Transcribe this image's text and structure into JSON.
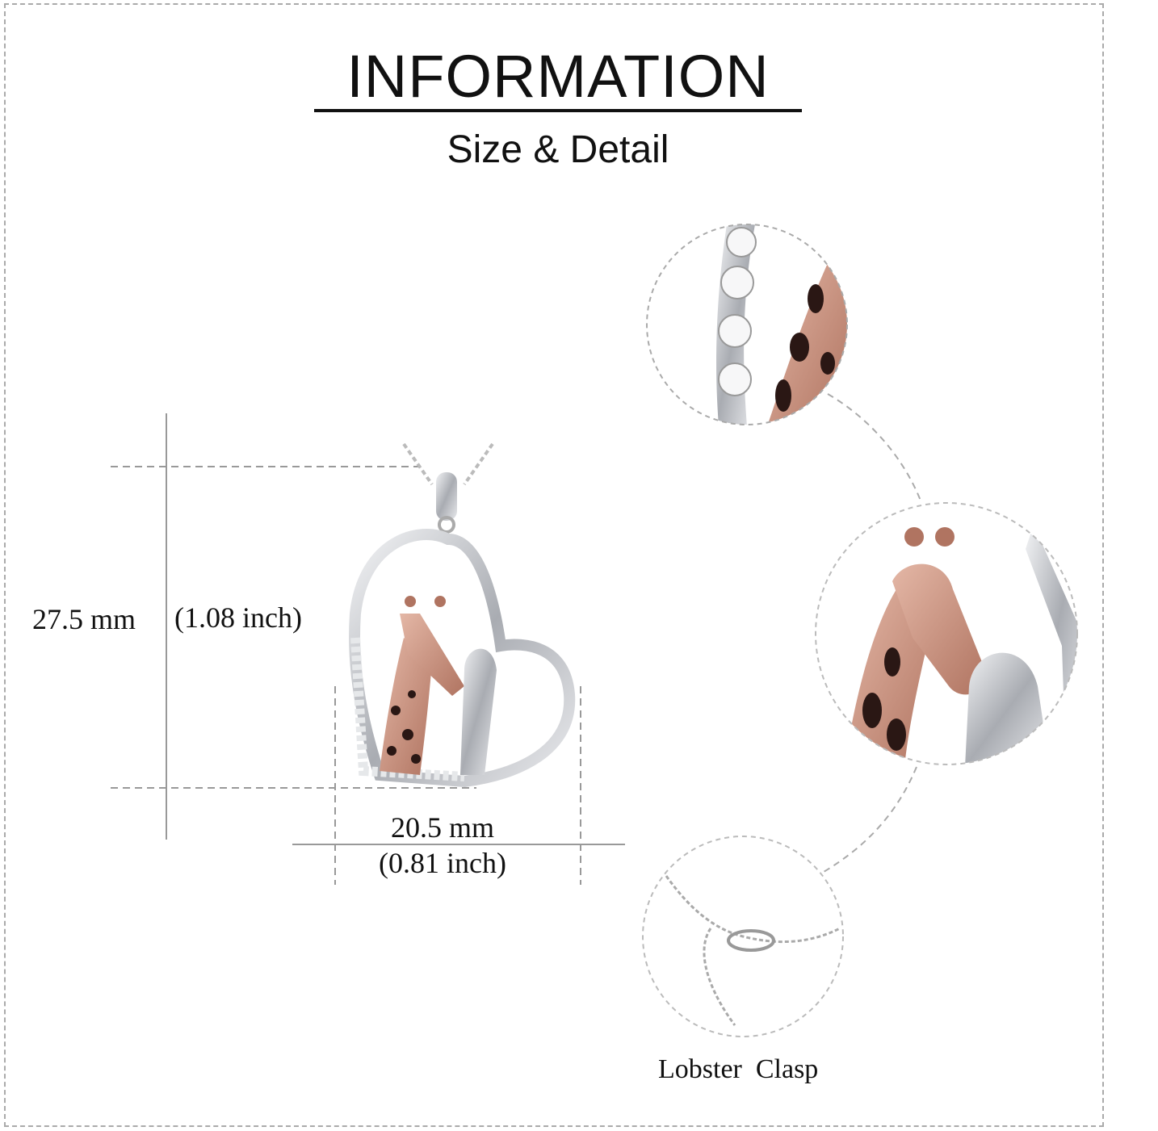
{
  "header": {
    "title": "INFORMATION",
    "subtitle": "Size & Detail"
  },
  "dimensions": {
    "height_mm": "27.5 mm",
    "height_inch": "(1.08 inch)",
    "width_mm": "20.5 mm",
    "width_inch": "(0.81 inch)"
  },
  "details": {
    "clasp_label": "Lobster  Clasp"
  },
  "colors": {
    "silver": "#c9cbcf",
    "rose_gold": "#c98f7c",
    "spot": "#2a1714",
    "line": "#999999"
  }
}
